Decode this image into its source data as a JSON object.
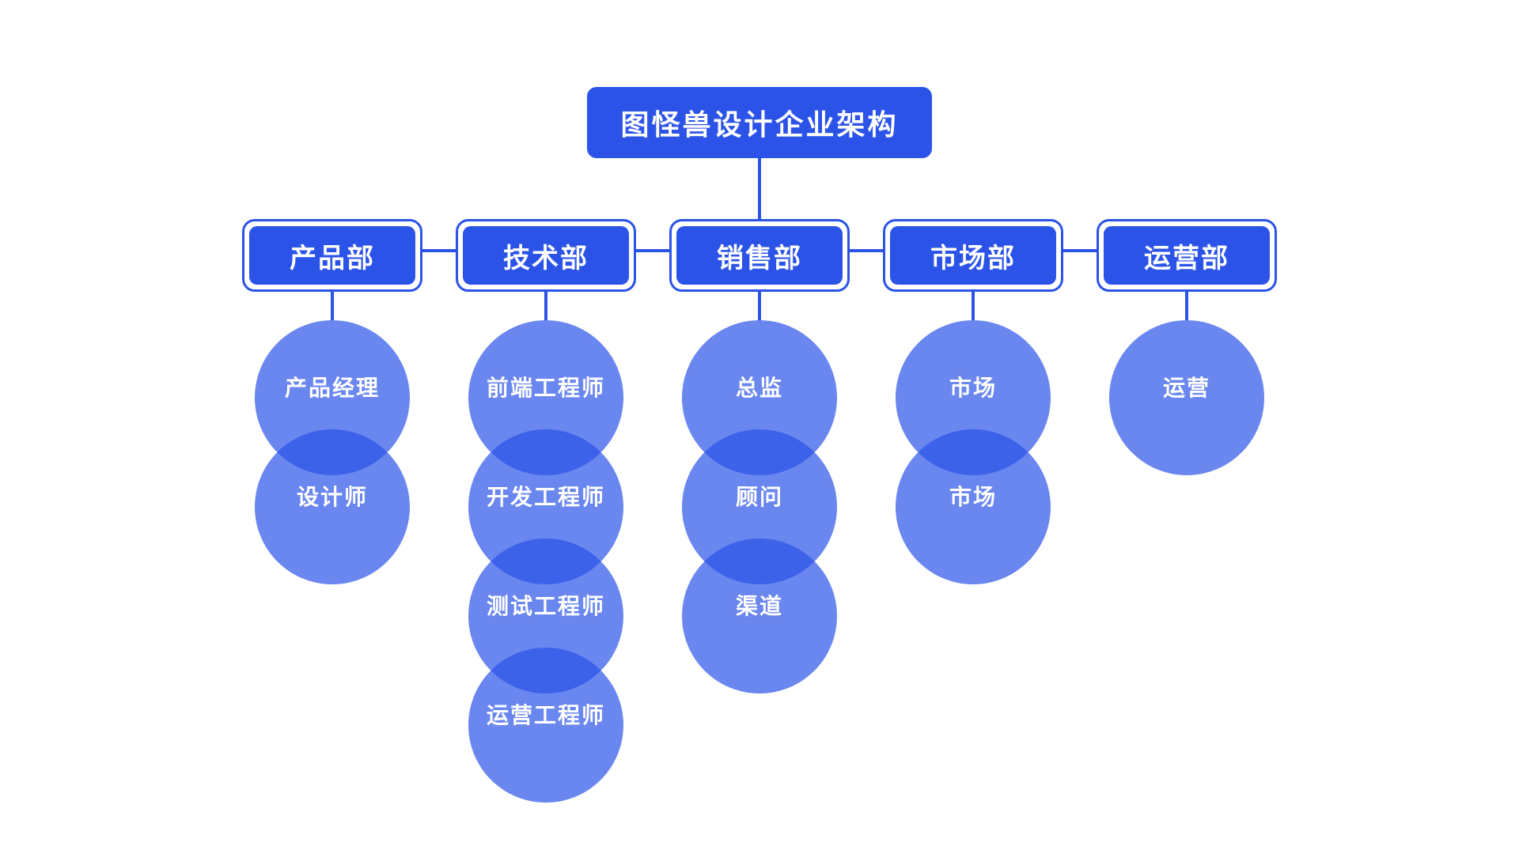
{
  "title": "图怪兽设计企业架构",
  "colors": {
    "primary": "#2b53e8",
    "role_fill": "rgba(43, 83, 232, 0.70)",
    "text_on_primary": "#ffffff",
    "canvas_bg": "#ffffff"
  },
  "departments": [
    {
      "name": "产品部",
      "roles": [
        "产品经理",
        "设计师"
      ]
    },
    {
      "name": "技术部",
      "roles": [
        "前端工程师",
        "开发工程师",
        "测试工程师",
        "运营工程师"
      ]
    },
    {
      "name": "销售部",
      "roles": [
        "总监",
        "顾问",
        "渠道"
      ]
    },
    {
      "name": "市场部",
      "roles": [
        "市场",
        "市场"
      ]
    },
    {
      "name": "运营部",
      "roles": [
        "运营"
      ]
    }
  ]
}
